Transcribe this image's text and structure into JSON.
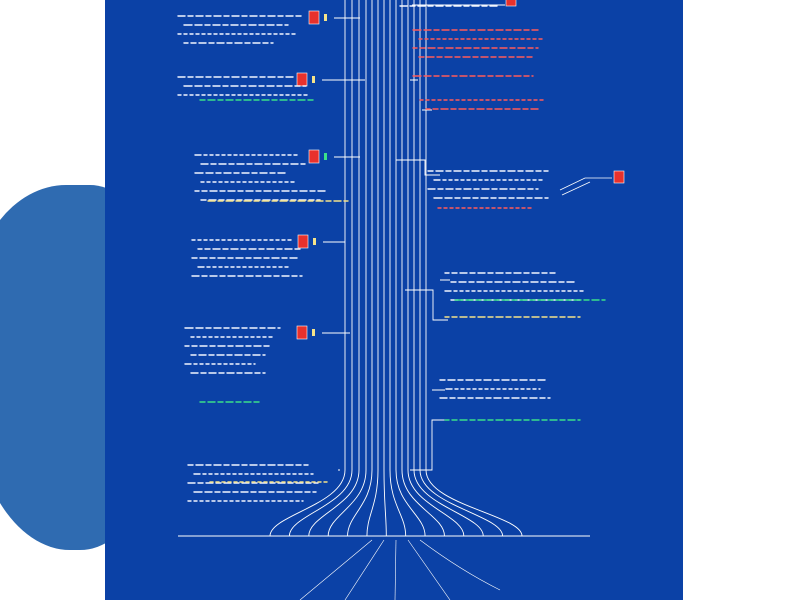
{
  "diagram": {
    "colors": {
      "poster_bg": "#0b41a6",
      "line": "#ffffff",
      "text_white": "#f2f5ff",
      "text_yellow": "#f5e38a",
      "text_red": "#ff5a5a",
      "text_green": "#3be08a",
      "marker_red": "#e8312c"
    },
    "left_branches": [
      {
        "id": "l1",
        "marker_icon": "red-square-icon",
        "dot": "yellow"
      },
      {
        "id": "l2",
        "marker_icon": "red-square-icon",
        "dot": "yellow"
      },
      {
        "id": "l3",
        "marker_icon": "red-square-icon",
        "dot": "green"
      },
      {
        "id": "l4",
        "marker_icon": "red-square-icon",
        "dot": "yellow"
      },
      {
        "id": "l5",
        "marker_icon": "red-square-icon",
        "dot": "yellow"
      },
      {
        "id": "l6",
        "marker_icon": "none",
        "dot": "none"
      }
    ],
    "right_branches": [
      {
        "id": "r1",
        "marker_icon": "red-square-icon"
      },
      {
        "id": "r2",
        "marker_icon": "none"
      },
      {
        "id": "r3",
        "marker_icon": "none"
      },
      {
        "id": "r4",
        "marker_icon": "red-square-icon"
      },
      {
        "id": "r5",
        "marker_icon": "none"
      },
      {
        "id": "r6",
        "marker_icon": "none"
      }
    ]
  }
}
